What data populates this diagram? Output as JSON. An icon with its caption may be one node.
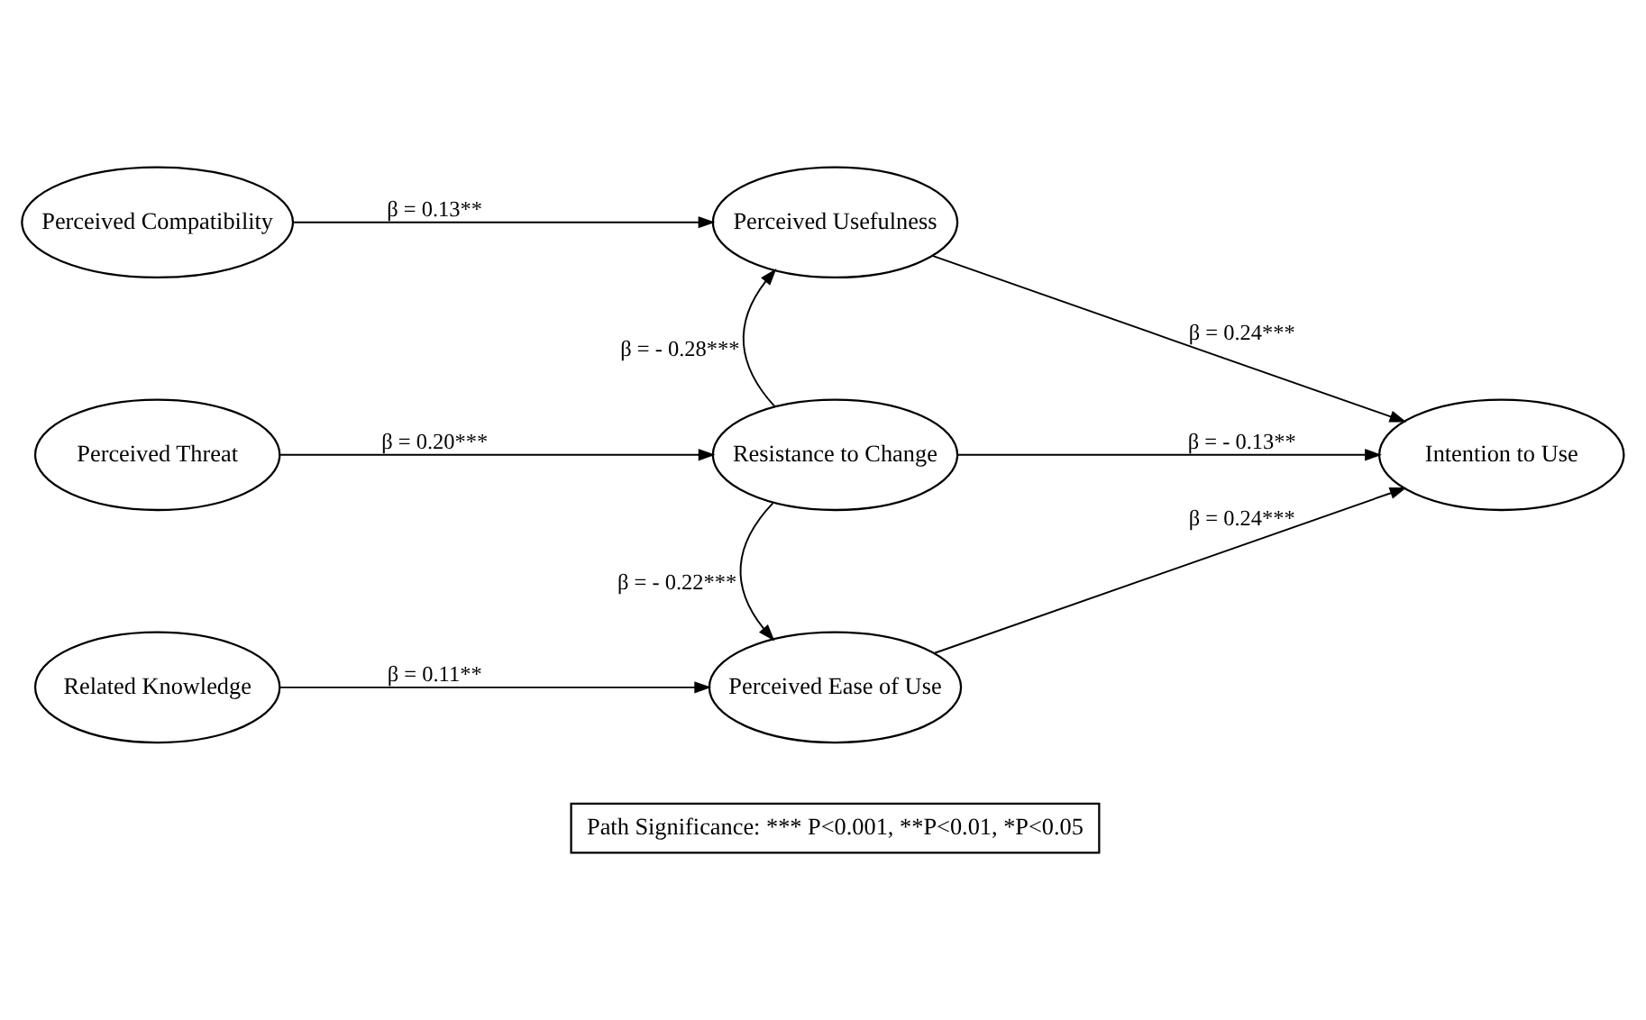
{
  "diagram": {
    "nodes": [
      {
        "text": [
          "Perceived Compatibility"
        ]
      },
      {
        "text": [
          "Perceived Usefulness"
        ]
      },
      {
        "text": [
          "Perceived Threat"
        ]
      },
      {
        "text": [
          "Resistance to Change"
        ]
      },
      {
        "text": [
          "Intention to Use"
        ]
      },
      {
        "text": [
          "Related Knowledge"
        ]
      },
      {
        "text": [
          "Perceived Ease of Use"
        ]
      },
      {
        "text": [
          "Path Significance: *** P<0.001, **P<0.01, *P<0.05"
        ]
      }
    ],
    "edges": [
      {
        "from": 0,
        "to": 1,
        "arrow": "to",
        "label": "β = 0.13**"
      },
      {
        "from": 3,
        "to": 1,
        "arrow": "to",
        "label": "β = - 0.28***"
      },
      {
        "from": 1,
        "to": 4,
        "arrow": "to",
        "label": "β = 0.24***"
      },
      {
        "from": 2,
        "to": 3,
        "arrow": "to",
        "label": "β = 0.20***"
      },
      {
        "from": 3,
        "to": 4,
        "arrow": "to",
        "label": "β = - 0.13**"
      },
      {
        "from": 3,
        "to": 6,
        "arrow": "to",
        "label": "β = - 0.22***"
      },
      {
        "from": 5,
        "to": 6,
        "arrow": "to",
        "label": "β = 0.11**"
      },
      {
        "from": 6,
        "to": 4,
        "arrow": "to",
        "label": "β = 0.24***"
      }
    ]
  }
}
